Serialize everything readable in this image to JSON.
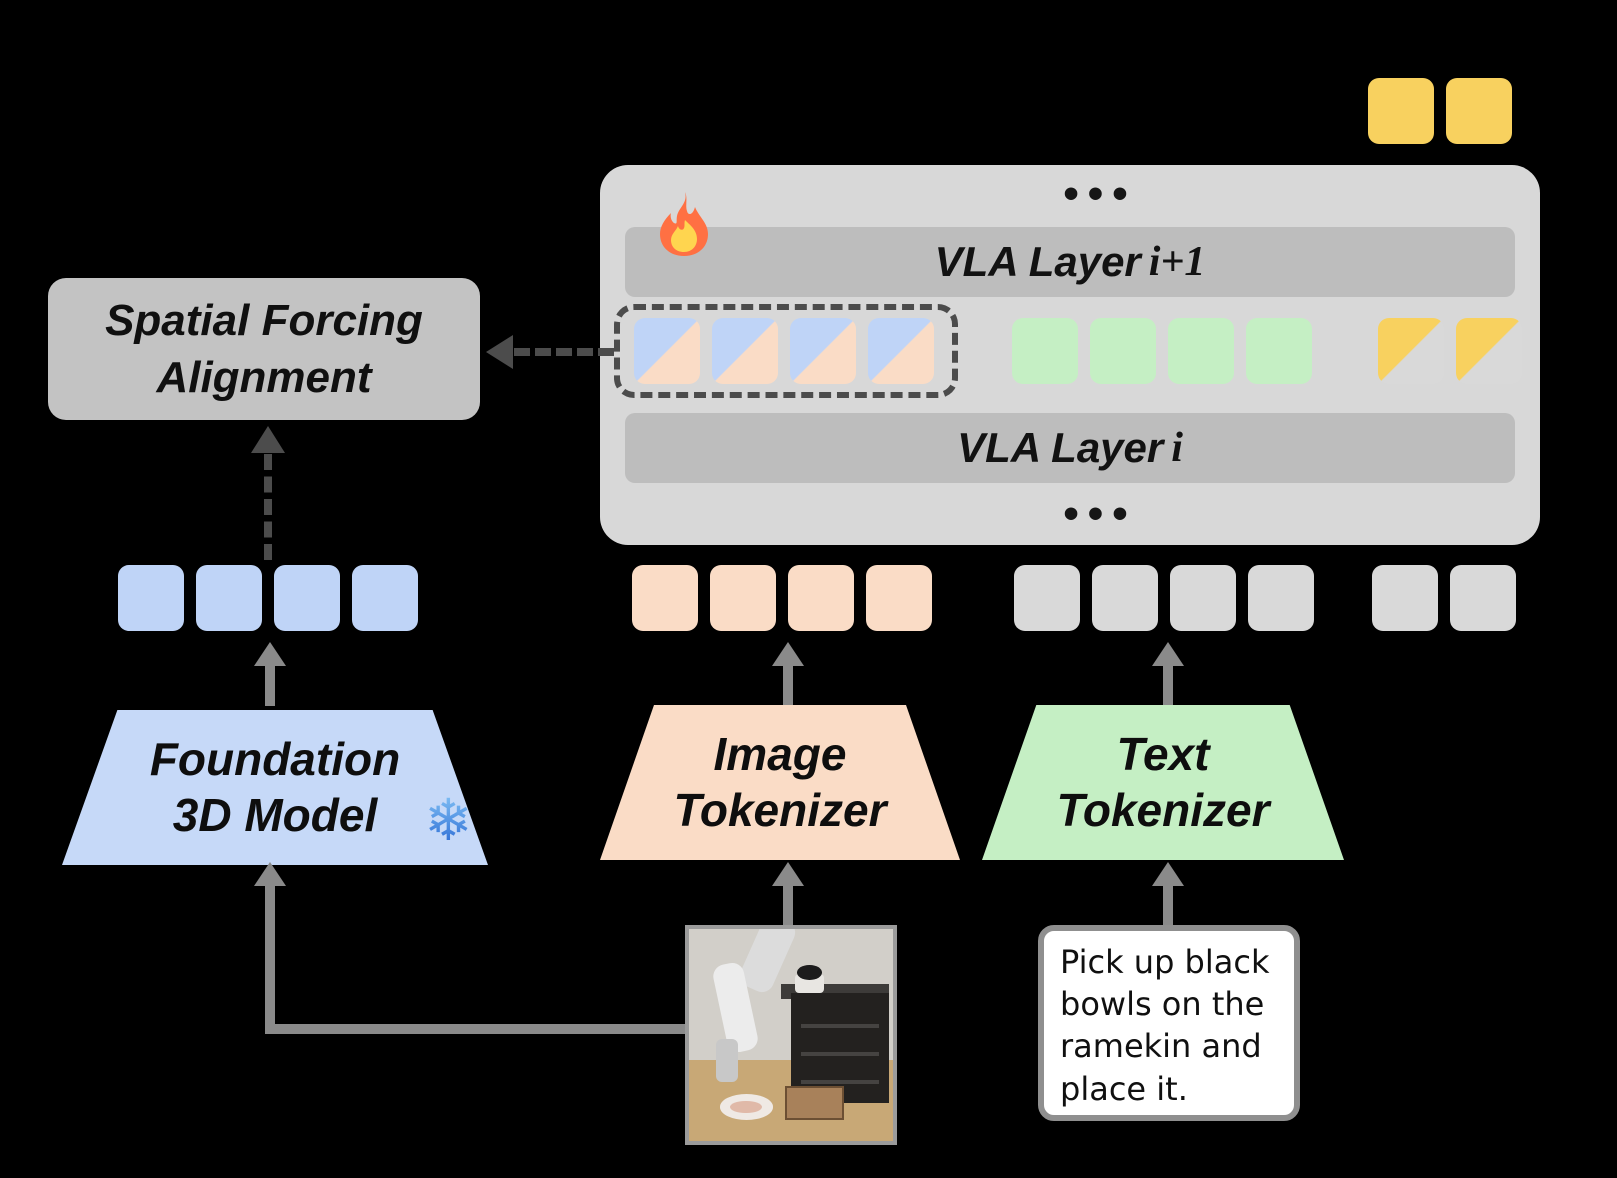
{
  "colors": {
    "background": "#000000",
    "panel_gray": "#d8d8d8",
    "layer_bar_gray": "#bdbdbd",
    "alignment_box_gray": "#c3c3c3",
    "token_blue": "#bfd4f7",
    "token_peach": "#fadcc6",
    "token_green": "#c5efc4",
    "token_yellow": "#f8d15f",
    "token_gray": "#d9d9d9",
    "arrow_gray": "#8a8a8a",
    "dashed_arrow_gray": "#4c4c4c"
  },
  "icons": {
    "snowflake": "❄",
    "fire": "flame"
  },
  "ellipsis": "•••",
  "transformer": {
    "layer_upper": {
      "prefix": "VLA Layer",
      "index": "i+1"
    },
    "layer_lower": {
      "prefix": "VLA Layer",
      "index": "i"
    }
  },
  "alignment": {
    "line1": "Spatial Forcing",
    "line2": "Alignment"
  },
  "modules": {
    "foundation": {
      "line1": "Foundation",
      "line2": "3D Model"
    },
    "image_tokenizer": {
      "line1": "Image",
      "line2": "Tokenizer"
    },
    "text_tokenizer": {
      "line1": "Text",
      "line2": "Tokenizer"
    }
  },
  "instruction": {
    "lines": [
      "Pick up black",
      "bowls on the",
      "ramekin and",
      "place it."
    ]
  },
  "tokens": {
    "action_output": {
      "count": 2
    },
    "aligned_visual": {
      "count": 4
    },
    "hidden_text": {
      "count": 4
    },
    "hidden_action": {
      "count": 2
    },
    "depth_3d": {
      "count": 4
    },
    "image": {
      "count": 4
    },
    "text": {
      "count": 4
    },
    "action_placeholder": {
      "count": 2
    }
  }
}
